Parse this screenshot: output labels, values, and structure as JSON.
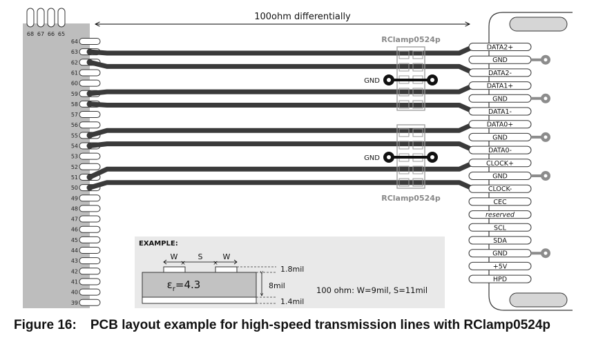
{
  "diagram": {
    "top_pins": [
      "68",
      "67",
      "66",
      "65"
    ],
    "left_pins": [
      "64",
      "63",
      "62",
      "61",
      "60",
      "59",
      "58",
      "57",
      "56",
      "55",
      "54",
      "53",
      "52",
      "51",
      "50",
      "49",
      "48",
      "47",
      "46",
      "45",
      "44",
      "43",
      "42",
      "41",
      "40",
      "39"
    ],
    "impedance_label": "100ohm differentially",
    "rclamp_top": "RClamp0524p",
    "rclamp_bottom": "RClamp0524p",
    "gnd_via_label_top": "GND",
    "gnd_via_label_bottom": "GND",
    "connector_pins": [
      "DATA2+",
      "GND",
      "DATA2-",
      "DATA1+",
      "GND",
      "DATA1-",
      "DATA0+",
      "GND",
      "DATA0-",
      "CLOCK+",
      "GND",
      "CLOCK-",
      "CEC",
      "reserved",
      "SCL",
      "SDA",
      "GND",
      "+5V",
      "HPD"
    ],
    "example": {
      "title": "EXAMPLE:",
      "w1": "W",
      "s": "S",
      "w2": "W",
      "copper_thickness": "1.8mil",
      "dielectric_thickness": "8mil",
      "ground_thickness": "1.4mil",
      "er_symbol": "ε",
      "er_sub": "r",
      "er_value": "=4.3",
      "spec": "100 ohm: W=9mil, S=11mil"
    },
    "colors": {
      "trace": "#3a3a3a",
      "chip": "#bdbdbd",
      "example_bg": "#e9e9e9",
      "gnd_pad": "#8c8c8c"
    }
  },
  "caption": {
    "number": "Figure 16:",
    "text": "PCB layout example for high-speed transmission lines with RClamp0524p"
  }
}
